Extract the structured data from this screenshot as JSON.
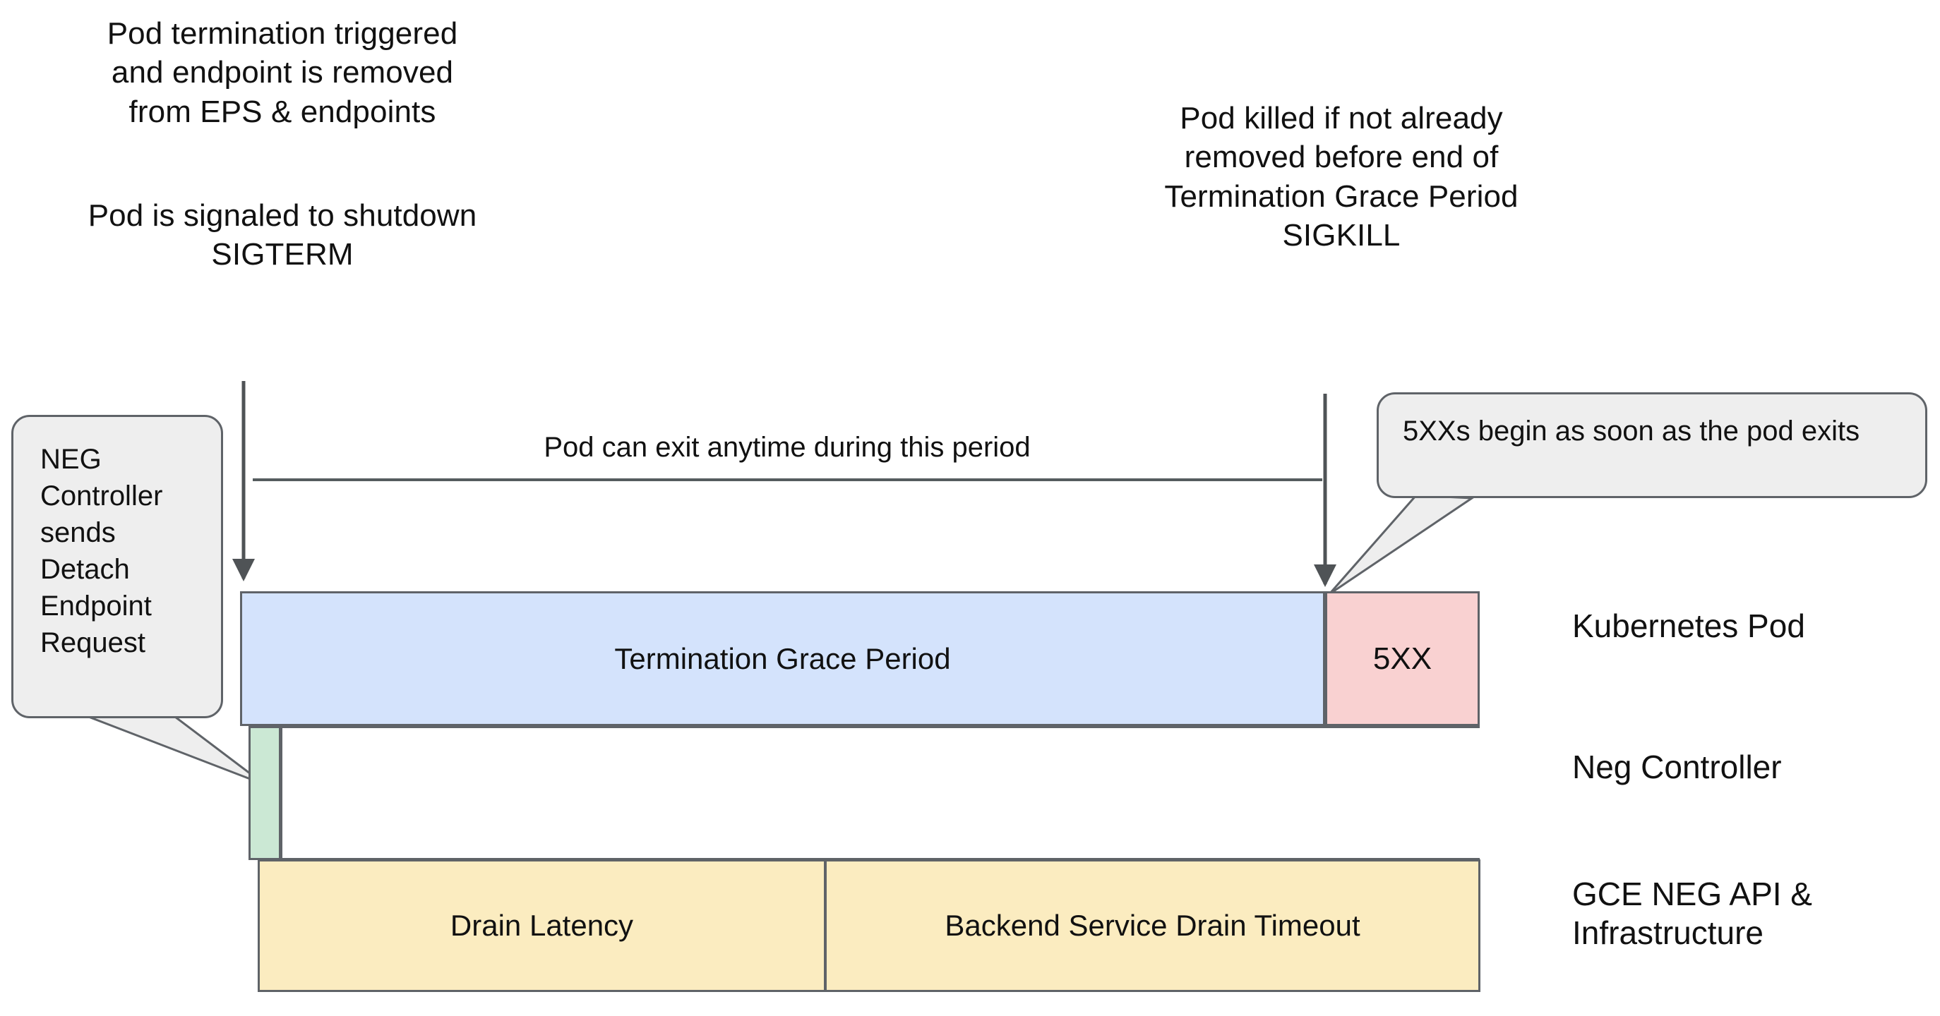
{
  "notes": {
    "pod_termination": "Pod termination triggered\nand endpoint is removed\nfrom EPS & endpoints",
    "pod_sigterm": "Pod is signaled to shutdown\nSIGTERM",
    "pod_sigkill": "Pod killed if not already\nremoved before end of\nTermination Grace Period\nSIGKILL"
  },
  "span": {
    "label": "Pod can exit anytime during this period"
  },
  "callouts": {
    "neg_controller": "NEG\nController\nsends\nDetach\nEndpoint\nRequest",
    "five_xx": "5XXs begin as soon as the pod exits"
  },
  "lanes": [
    {
      "id": "kubernetes-pod",
      "label": "Kubernetes Pod"
    },
    {
      "id": "neg-controller",
      "label": "Neg Controller"
    },
    {
      "id": "gce-neg-api",
      "label": "GCE NEG API &\nInfrastructure"
    }
  ],
  "bars": {
    "termination_grace_period": "Termination Grace Period",
    "five_xx": "5XX",
    "neg_detach": "",
    "neg_idle": "",
    "drain_latency": "Drain Latency",
    "backend_service_drain_timeout": "Backend Service Drain Timeout"
  },
  "colors": {
    "grace_period_fill": "#d4e3fc",
    "five_xx_fill": "#f9d1d1",
    "neg_detach_fill": "#cbe8d4",
    "drain_fill": "#fbecc0",
    "stroke": "#5f6368",
    "callout_fill": "#eeeeee",
    "background": "#ffffff"
  }
}
